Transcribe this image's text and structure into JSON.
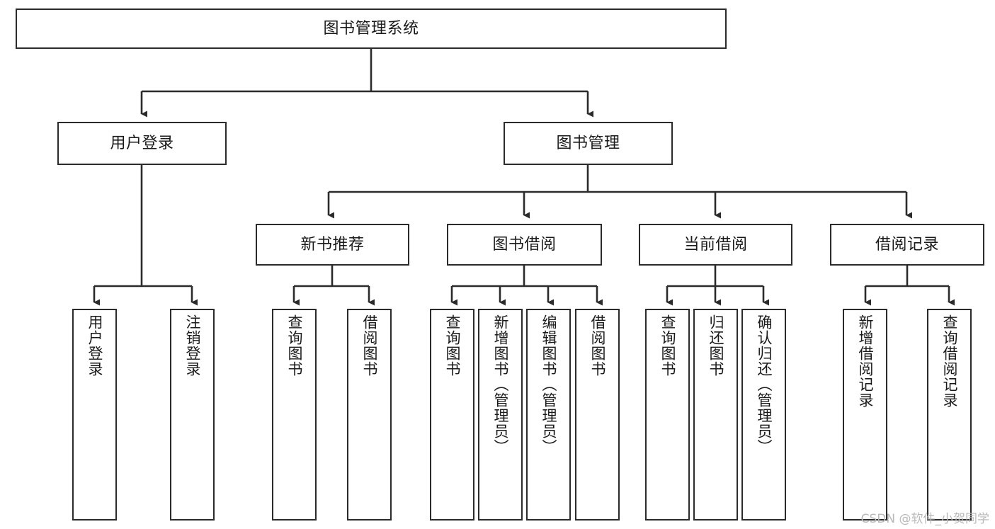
{
  "diagram": {
    "title": "图书管理系统",
    "watermark": "CSDN @软件_小贺同学",
    "line_color": "#2b2b2b",
    "box_fill": "#ffffff",
    "text_color": "#1a1a1a",
    "watermark_color": "#b9b9b9",
    "root": {
      "label": "图书管理系统"
    },
    "level2": [
      {
        "label": "用户登录"
      },
      {
        "label": "图书管理"
      }
    ],
    "level3": [
      {
        "label": "新书推荐"
      },
      {
        "label": "图书借阅"
      },
      {
        "label": "当前借阅"
      },
      {
        "label": "借阅记录"
      }
    ],
    "leaves": {
      "user_login": [
        {
          "label": "用户登录"
        },
        {
          "label": "注销登录"
        }
      ],
      "new_book_recommend": [
        {
          "label": "查询图书"
        },
        {
          "label": "借阅图书"
        }
      ],
      "book_borrow": [
        {
          "label": "查询图书"
        },
        {
          "label": "新增图书（管理员）"
        },
        {
          "label": "编辑图书（管理员）"
        },
        {
          "label": "借阅图书"
        }
      ],
      "current_borrow": [
        {
          "label": "查询图书"
        },
        {
          "label": "归还图书"
        },
        {
          "label": "确认归还（管理员）"
        }
      ],
      "borrow_record": [
        {
          "label": "新增借阅记录"
        },
        {
          "label": "查询借阅记录"
        }
      ]
    }
  }
}
